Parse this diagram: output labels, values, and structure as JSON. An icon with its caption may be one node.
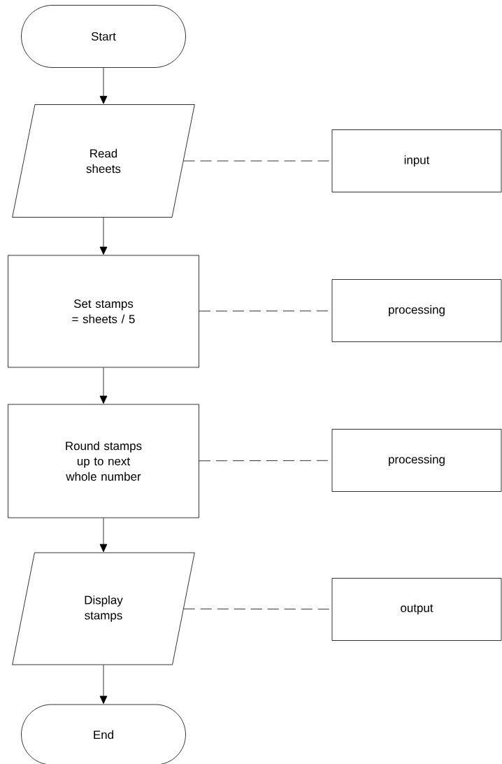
{
  "diagram": {
    "nodes": [
      {
        "text": [
          "Start"
        ]
      },
      {
        "text": [
          "Read sheets"
        ]
      },
      {
        "text": [
          "Set stamps = sheets / 5"
        ]
      },
      {
        "text": [
          "Round stamps up to next whole number"
        ]
      },
      {
        "text": [
          "Display stamps"
        ]
      },
      {
        "text": [
          "End"
        ]
      },
      {
        "text": [
          "input"
        ]
      },
      {
        "text": [
          "processing"
        ]
      },
      {
        "text": [
          "processing"
        ]
      },
      {
        "text": [
          "output"
        ]
      }
    ],
    "edges": [
      {
        "from": 0,
        "to": 1,
        "arrow": "to"
      },
      {
        "from": 1,
        "to": 2,
        "arrow": "to"
      },
      {
        "from": 2,
        "to": 3,
        "arrow": "to"
      },
      {
        "from": 3,
        "to": 4,
        "arrow": "to"
      },
      {
        "from": 4,
        "to": 5,
        "arrow": "to"
      },
      {
        "from": 1,
        "to": 6,
        "arrow": "none",
        "style": "dashed"
      },
      {
        "from": 2,
        "to": 7,
        "arrow": "none",
        "style": "dashed"
      },
      {
        "from": 3,
        "to": 8,
        "arrow": "none",
        "style": "dashed"
      },
      {
        "from": 4,
        "to": 9,
        "arrow": "none",
        "style": "dashed"
      }
    ]
  }
}
